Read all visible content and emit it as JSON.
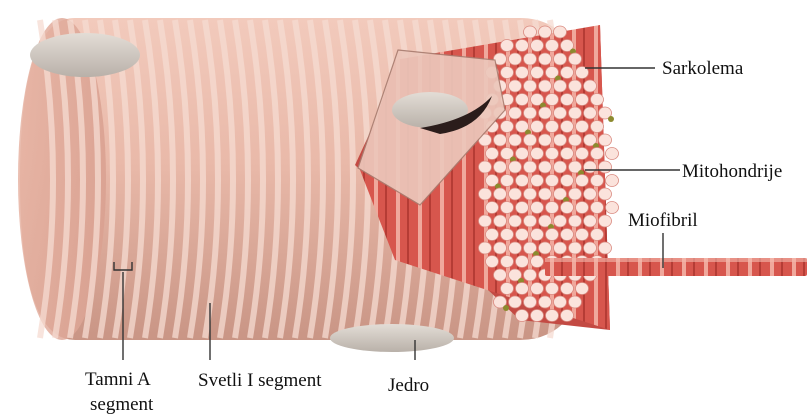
{
  "labels": {
    "sarkolema": "Sarkolema",
    "mitohondrije": "Mitohondrije",
    "miofibril": "Miofibril",
    "tamni_line1": "Tamni A",
    "tamni_line2": "segment",
    "svetli": "Svetli I segment",
    "jedro": "Jedro"
  },
  "colors": {
    "fiber": "#e8b8a8",
    "fiber_shadow": "#cf9a8a",
    "band": "#f3d3c8",
    "myofibril_red": "#d9534f",
    "myofibril_end": "#fbe3dc",
    "mitochondria": "#8c8a2e",
    "nucleus": "#cfc9c2"
  }
}
